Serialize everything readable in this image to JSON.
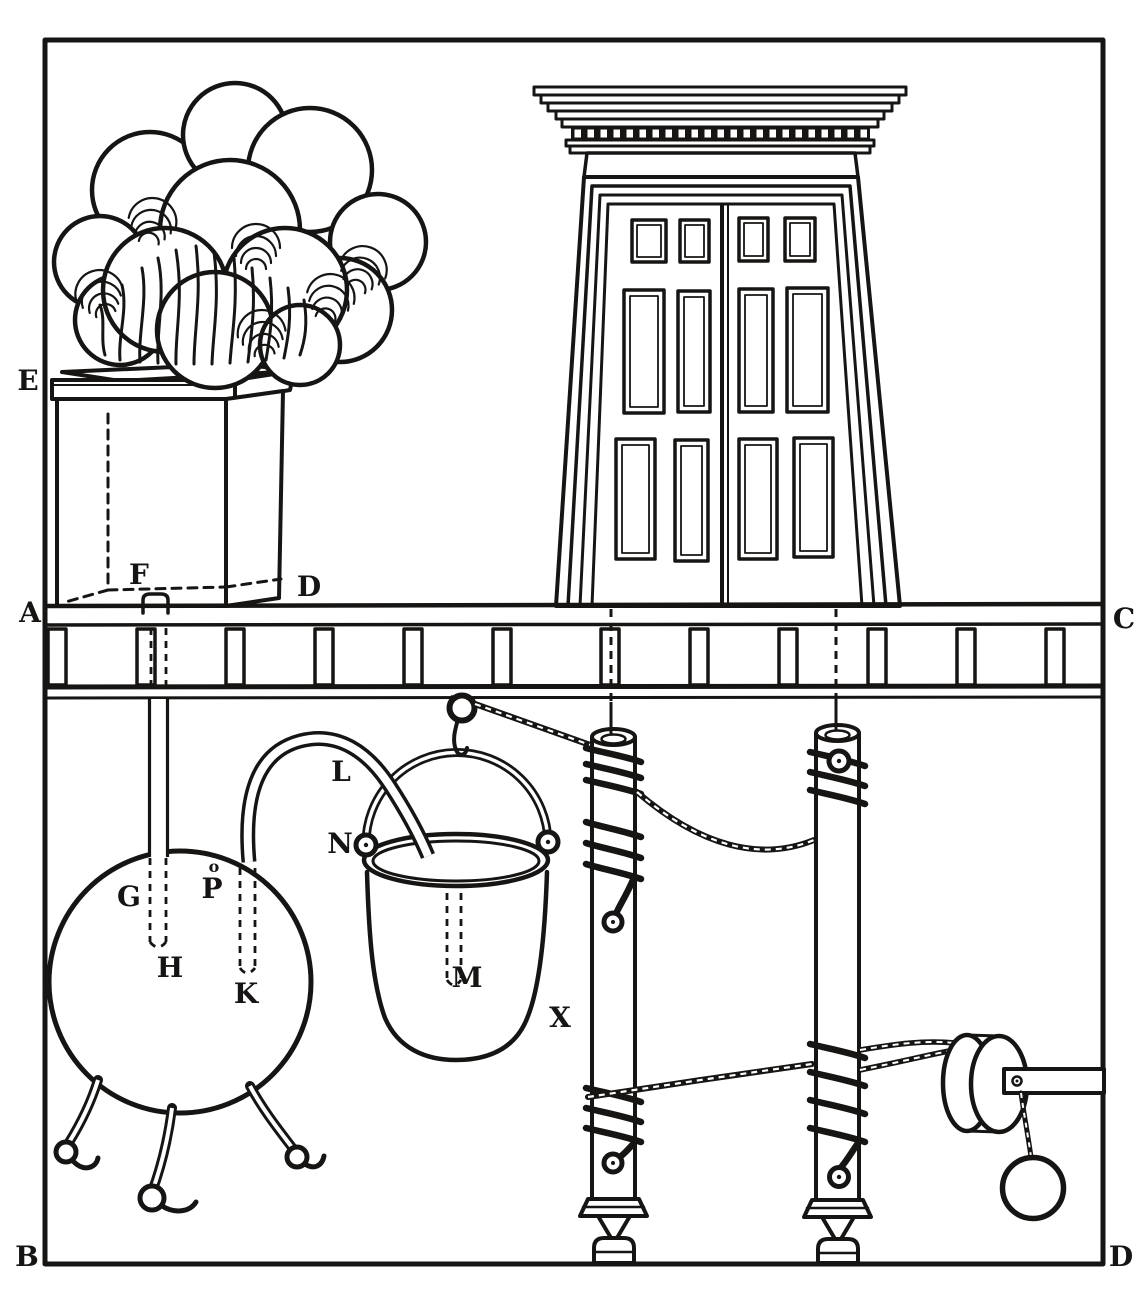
{
  "figure": {
    "kind": "engraved-diagram",
    "colors": {
      "ink": "#171513",
      "paper": "#ffffff"
    }
  },
  "labels": {
    "E": "E",
    "A": "A",
    "B": "B",
    "C": "C",
    "D_corner": "D",
    "D_altar": "D",
    "F": "F",
    "G": "G",
    "H": "H",
    "K": "K",
    "L": "L",
    "M": "M",
    "N": "N",
    "P": "P",
    "o": "o",
    "X": "X"
  }
}
